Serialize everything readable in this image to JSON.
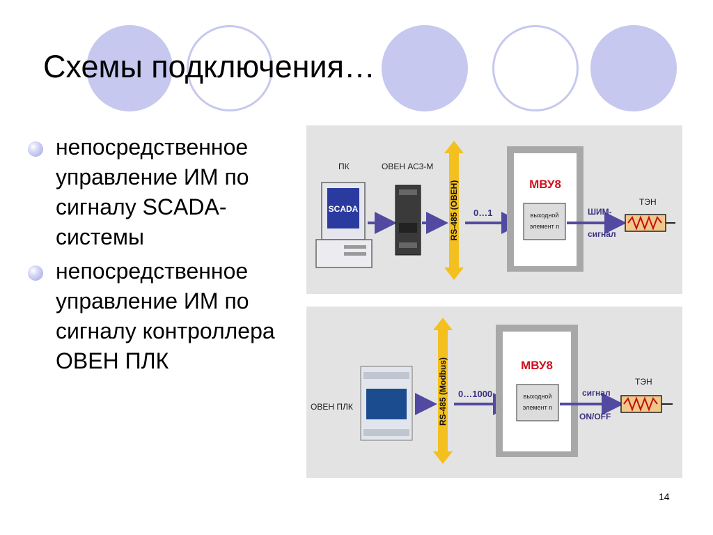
{
  "slide": {
    "title": "Схемы подключения…",
    "page_number": "14"
  },
  "bullets": [
    "непосредственное управление  ИМ по сигналу SCADA-системы",
    "непосредственное управление  ИМ по сигналу контроллера ОВЕН ПЛК"
  ],
  "diagram1": {
    "pc_label": "ПК",
    "screen_text": "SCADA",
    "module_label": "ОВЕН АС3-М",
    "bus_label": "RS-485 (ОВЕН)",
    "signal_range": "0…1",
    "device_title": "МВУ8",
    "element_label_1": "выходной",
    "element_label_2": "элемент n",
    "output_signal_1": "ШИМ-",
    "output_signal_2": "сигнал",
    "load_label": "ТЭН"
  },
  "diagram2": {
    "plc_label": "ОВЕН ПЛК",
    "bus_label": "RS-485 (Modbus)",
    "signal_range": "0…1000",
    "device_title": "МВУ8",
    "element_label_1": "выходной",
    "element_label_2": "элемент n",
    "output_signal_1": "сигнал",
    "output_signal_2": "ON/OFF",
    "load_label": "ТЭН"
  },
  "colors": {
    "accent_circles": "#c6c8ef",
    "panel_bg": "#e3e3e3",
    "arrow": "#524aa0",
    "bus": "#f4c020",
    "device_title": "#d0101e",
    "heater_fill": "#f2c78a"
  }
}
